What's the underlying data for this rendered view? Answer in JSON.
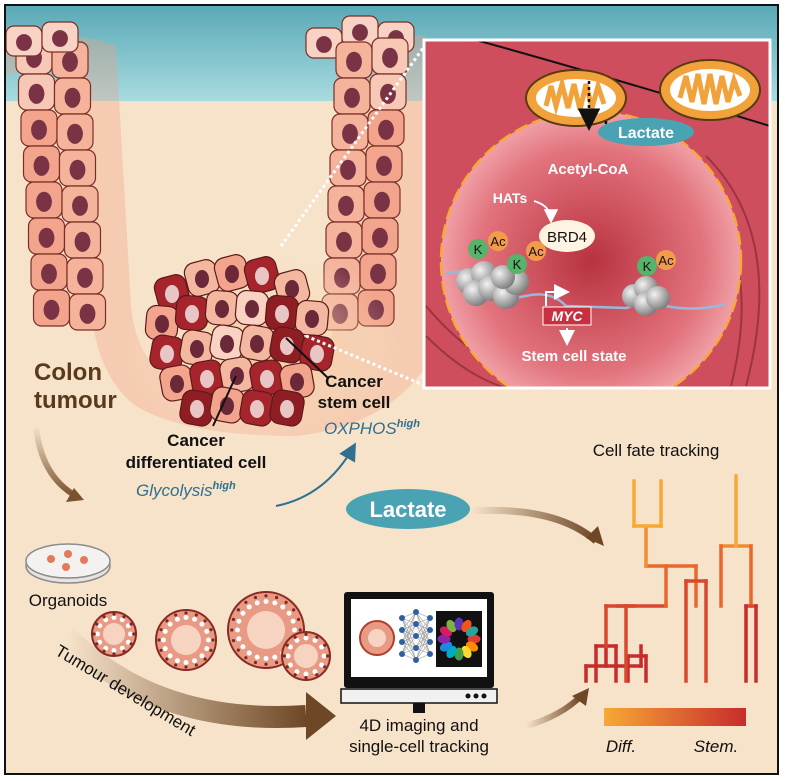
{
  "labels": {
    "colon_tumour_line1": "Colon",
    "colon_tumour_line2": "tumour",
    "cancer_stem_line1": "Cancer",
    "cancer_stem_line2": "stem cell",
    "oxphos": "OXPHOS",
    "oxphos_sup": "high",
    "cancer_diff_line1": "Cancer",
    "cancer_diff_line2": "differentiated cell",
    "glycolysis": "Glycolysis",
    "glycolysis_sup": "high",
    "lactate_main": "Lactate",
    "organoids": "Organoids",
    "tumour_development": "Tumour development",
    "imaging_line1": "4D imaging and",
    "imaging_line2": "single-cell tracking",
    "cell_fate_tracking": "Cell fate tracking",
    "diff": "Diff.",
    "stem": "Stem."
  },
  "inset": {
    "lactate": "Lactate",
    "acetyl_coa": "Acetyl-CoA",
    "hats": "HATs",
    "brd4": "BRD4",
    "ac": "Ac",
    "k": "K",
    "myc": "MYC",
    "stem_cell_state": "Stem cell state"
  },
  "colors": {
    "sky": "#62b6c1",
    "background": "#f7e3ca",
    "inset_bg": "#cf4e5e",
    "nucleus": "#e47a82",
    "lactate_pill": "#4aa3b3",
    "blue_text": "#2f6f8f",
    "myc_box": "#c9303f",
    "gradient_start": "#f7a835",
    "gradient_end": "#c72c2c",
    "arrow_brown": "#7a5230"
  }
}
